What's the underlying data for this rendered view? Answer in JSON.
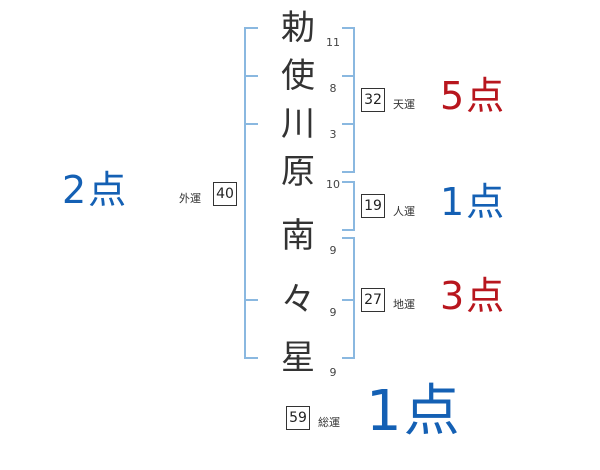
{
  "name_chars": [
    {
      "char": "勅",
      "strokes": "11"
    },
    {
      "char": "使",
      "strokes": "8"
    },
    {
      "char": "川",
      "strokes": "3"
    },
    {
      "char": "原",
      "strokes": "10"
    },
    {
      "char": "南",
      "strokes": "9"
    },
    {
      "char": "々",
      "strokes": "9"
    },
    {
      "char": "星",
      "strokes": "9"
    }
  ],
  "tenkaku": {
    "value": "32",
    "label": "天運",
    "score": "5点"
  },
  "jinkaku": {
    "value": "19",
    "label": "人運",
    "score": "1点"
  },
  "chikaku": {
    "value": "27",
    "label": "地運",
    "score": "3点"
  },
  "gaikaku": {
    "value": "40",
    "label": "外運",
    "score": "2点"
  },
  "soukaku": {
    "value": "59",
    "label": "総運",
    "score": "1点"
  },
  "colors": {
    "bracket": "#8ab8e0",
    "good": "#b8161e",
    "bad": "#1460b4"
  }
}
